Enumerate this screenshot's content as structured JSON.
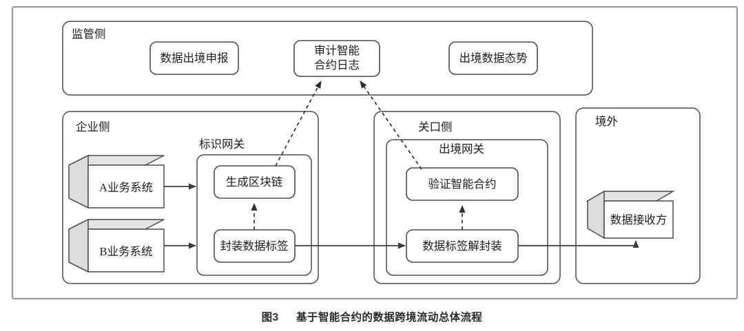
{
  "figure": {
    "caption_number": "图3",
    "caption_title": "基于智能合约的数据跨境流动总体流程"
  },
  "panels": {
    "regulator": {
      "label": "监管侧",
      "nodes": [
        {
          "name": "data-export-declaration",
          "label": "数据出境申报"
        },
        {
          "name": "audit-smart-contract-log",
          "label_line1": "审计智能",
          "label_line2": "合约日志"
        },
        {
          "name": "export-data-posture",
          "label": "出境数据态势"
        }
      ]
    },
    "enterprise": {
      "label": "企业侧",
      "gateway": {
        "label": "标识网关",
        "nodes": [
          {
            "name": "generate-blockchain",
            "label": "生成区块链"
          },
          {
            "name": "encapsulate-data-tag",
            "label": "封装数据标签"
          }
        ]
      },
      "systems": [
        {
          "name": "business-system-a",
          "label": "A业务系统"
        },
        {
          "name": "business-system-b",
          "label": "B业务系统"
        }
      ]
    },
    "customs": {
      "label": "关口侧",
      "gateway": {
        "label": "出境网关",
        "nodes": [
          {
            "name": "verify-smart-contract",
            "label": "验证智能合约"
          },
          {
            "name": "decapsulate-data-tag",
            "label": "数据标签解封装"
          }
        ]
      }
    },
    "overseas": {
      "label": "境外",
      "nodes": [
        {
          "name": "data-receiver",
          "label": "数据接收方"
        }
      ]
    }
  },
  "colors": {
    "frame": "#9a9a9a",
    "stroke": "#4a4a4a",
    "cube_top": "#e4e4e4",
    "cube_side": "#dcdcdc",
    "text": "#1d1d1d"
  }
}
